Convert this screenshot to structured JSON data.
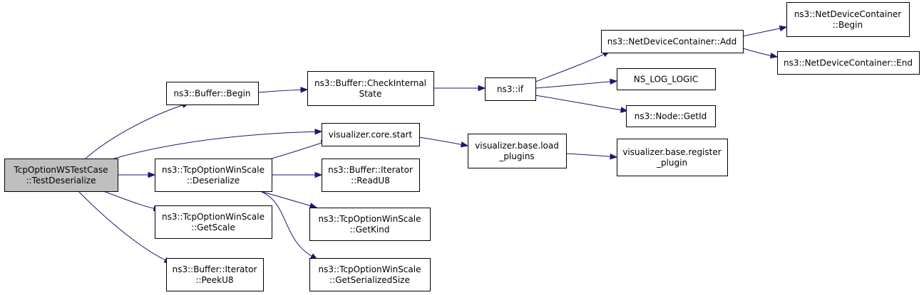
{
  "colors": {
    "edge": "#191970",
    "node_fill": "#ffffff",
    "root_fill": "#bfbfbf",
    "node_stroke": "#000000"
  },
  "nodes": [
    {
      "id": "root",
      "lines": [
        "TcpOptionWSTestCase",
        "::TestDeserialize"
      ],
      "root": true
    },
    {
      "id": "buffer-begin",
      "lines": [
        "ns3::Buffer::Begin"
      ]
    },
    {
      "id": "visualizer-core-start",
      "lines": [
        "visualizer.core.start"
      ]
    },
    {
      "id": "winscale-deserialize",
      "lines": [
        "ns3::TcpOptionWinScale",
        "::Deserialize"
      ]
    },
    {
      "id": "winscale-getscale",
      "lines": [
        "ns3::TcpOptionWinScale",
        "::GetScale"
      ]
    },
    {
      "id": "iterator-peeku8",
      "lines": [
        "ns3::Buffer::Iterator",
        "::PeekU8"
      ]
    },
    {
      "id": "buffer-checkinternalstate",
      "lines": [
        "ns3::Buffer::CheckInternal",
        "State"
      ]
    },
    {
      "id": "ns3-if",
      "lines": [
        "ns3::if"
      ]
    },
    {
      "id": "netdevicecontainer-add",
      "lines": [
        "ns3::NetDeviceContainer::Add"
      ]
    },
    {
      "id": "ns-log-logic",
      "lines": [
        "NS_LOG_LOGIC"
      ]
    },
    {
      "id": "node-getid",
      "lines": [
        "ns3::Node::GetId"
      ]
    },
    {
      "id": "netdevicecontainer-begin",
      "lines": [
        "ns3::NetDeviceContainer",
        "::Begin"
      ]
    },
    {
      "id": "netdevicecontainer-end",
      "lines": [
        "ns3::NetDeviceContainer::End"
      ]
    },
    {
      "id": "visualizer-base-load-plugins",
      "lines": [
        "visualizer.base.load",
        "_plugins"
      ]
    },
    {
      "id": "visualizer-base-register-plugin",
      "lines": [
        "visualizer.base.register",
        "_plugin"
      ]
    },
    {
      "id": "iterator-readu8",
      "lines": [
        "ns3::Buffer::Iterator",
        "::ReadU8"
      ]
    },
    {
      "id": "winscale-getkind",
      "lines": [
        "ns3::TcpOptionWinScale",
        "::GetKind"
      ]
    },
    {
      "id": "winscale-getserializedsize",
      "lines": [
        "ns3::TcpOptionWinScale",
        "::GetSerializedSize"
      ]
    }
  ],
  "edges": [
    {
      "from": "root",
      "to": "buffer-begin"
    },
    {
      "from": "root",
      "to": "visualizer-core-start"
    },
    {
      "from": "root",
      "to": "winscale-deserialize"
    },
    {
      "from": "root",
      "to": "winscale-getscale"
    },
    {
      "from": "root",
      "to": "iterator-peeku8"
    },
    {
      "from": "buffer-begin",
      "to": "buffer-checkinternalstate"
    },
    {
      "from": "buffer-checkinternalstate",
      "to": "ns3-if"
    },
    {
      "from": "ns3-if",
      "to": "netdevicecontainer-add"
    },
    {
      "from": "ns3-if",
      "to": "ns-log-logic"
    },
    {
      "from": "ns3-if",
      "to": "node-getid"
    },
    {
      "from": "netdevicecontainer-add",
      "to": "netdevicecontainer-begin"
    },
    {
      "from": "netdevicecontainer-add",
      "to": "netdevicecontainer-end"
    },
    {
      "from": "visualizer-core-start",
      "to": "visualizer-base-load-plugins"
    },
    {
      "from": "visualizer-base-load-plugins",
      "to": "visualizer-base-register-plugin"
    },
    {
      "from": "winscale-deserialize",
      "to": "visualizer-core-start"
    },
    {
      "from": "winscale-deserialize",
      "to": "iterator-readu8"
    },
    {
      "from": "winscale-deserialize",
      "to": "winscale-getkind"
    },
    {
      "from": "winscale-deserialize",
      "to": "winscale-getserializedsize"
    }
  ]
}
